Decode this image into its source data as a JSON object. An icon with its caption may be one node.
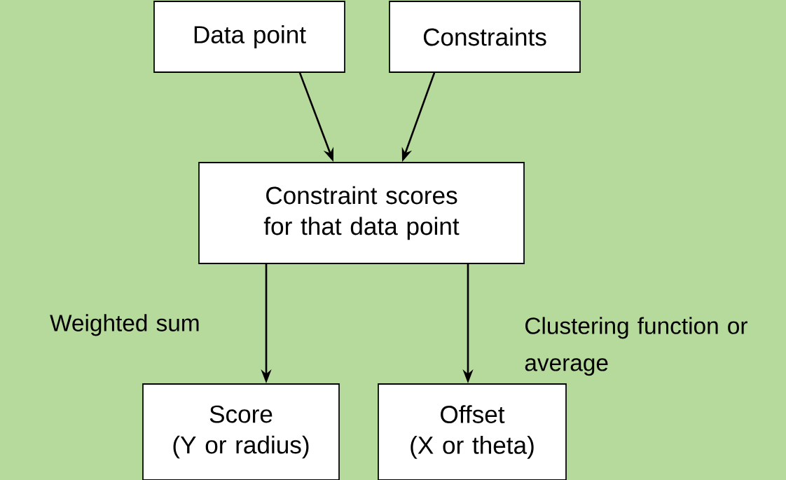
{
  "diagram": {
    "nodes": [
      {
        "text": [
          "Data point"
        ]
      },
      {
        "text": [
          "Constraints"
        ]
      },
      {
        "text": [
          "Constraint scores for that data point"
        ]
      },
      {
        "text": [
          "Score",
          "(Y or radius)"
        ]
      },
      {
        "text": [
          "Offset",
          "(X or theta)"
        ]
      }
    ],
    "edges": [
      {
        "from": 0,
        "to": 2,
        "arrow": "to"
      },
      {
        "from": 1,
        "to": 2,
        "arrow": "to"
      },
      {
        "from": 2,
        "to": 3,
        "arrow": "to",
        "label": "Weighted sum"
      },
      {
        "from": 2,
        "to": 4,
        "arrow": "to",
        "label": "Clustering function or average"
      }
    ]
  }
}
